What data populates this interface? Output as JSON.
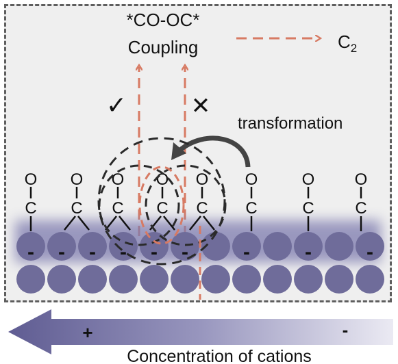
{
  "top_label": {
    "line1": "*CO-OC*",
    "line2": "Coupling"
  },
  "product": {
    "base": "C",
    "subscript": "2"
  },
  "transformation_label": "transformation",
  "check_mark": "✓",
  "cross_mark": "✕",
  "co_letters": {
    "oxygen": "O",
    "carbon": "C"
  },
  "charge_minus": "-",
  "charge_plus": "+",
  "concentration_label": "Concentration of cations",
  "colors": {
    "panel_bg": "#efefef",
    "panel_border": "#5e5e5e",
    "atom_fill": "#6f6c9a",
    "arrow_orange": "#d77a63",
    "gradient_start": "#5f5c92",
    "gradient_end": "#ebeaf3"
  }
}
